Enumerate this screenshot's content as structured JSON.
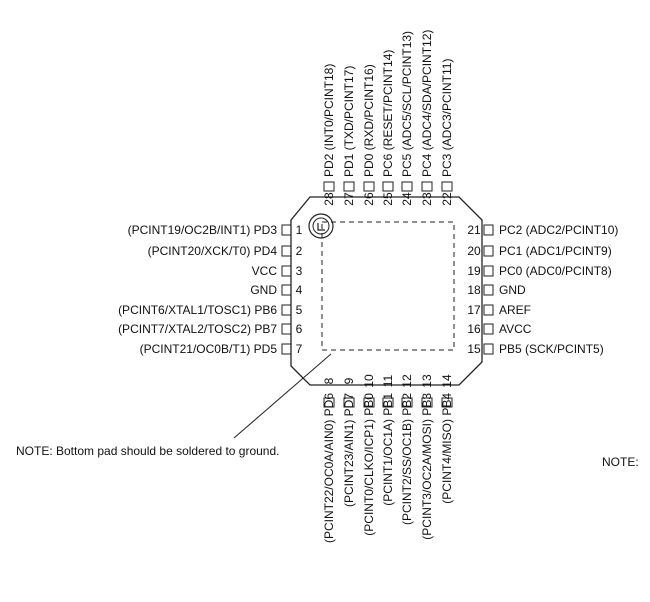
{
  "left_pins": [
    {
      "num": "1",
      "label": "(PCINT19/OC2B/INT1) PD3"
    },
    {
      "num": "2",
      "label": "(PCINT20/XCK/T0) PD4"
    },
    {
      "num": "3",
      "label": "VCC"
    },
    {
      "num": "4",
      "label": "GND"
    },
    {
      "num": "5",
      "label": "(PCINT6/XTAL1/TOSC1) PB6"
    },
    {
      "num": "6",
      "label": "(PCINT7/XTAL2/TOSC2) PB7"
    },
    {
      "num": "7",
      "label": "(PCINT21/OC0B/T1) PD5"
    }
  ],
  "right_pins": [
    {
      "num": "21",
      "label": "PC2 (ADC2/PCINT10)"
    },
    {
      "num": "20",
      "label": "PC1 (ADC1/PCINT9)"
    },
    {
      "num": "19",
      "label": "PC0 (ADC0/PCINT8)"
    },
    {
      "num": "18",
      "label": "GND"
    },
    {
      "num": "17",
      "label": "AREF"
    },
    {
      "num": "16",
      "label": "AVCC"
    },
    {
      "num": "15",
      "label": "PB5 (SCK/PCINT5)"
    }
  ],
  "top_pins": [
    {
      "num": "28",
      "label": "PD2 (INT0/PCINT18)"
    },
    {
      "num": "27",
      "label": "PD1 (TXD/PCINT17)"
    },
    {
      "num": "26",
      "label": "PD0 (RXD/PCINT16)"
    },
    {
      "num": "25",
      "label": "PC6 (RESET/PCINT14)"
    },
    {
      "num": "24",
      "label": "PC5 (ADC5/SCL/PCINT13)"
    },
    {
      "num": "23",
      "label": "PC4 (ADC4/SDA/PCINT12)"
    },
    {
      "num": "22",
      "label": "PC3 (ADC3/PCINT11)"
    }
  ],
  "bottom_pins": [
    {
      "num": "8",
      "label": "(PCINT22/OC0A/AIN0) PD6"
    },
    {
      "num": "9",
      "label": "(PCINT23/AIN1) PD7"
    },
    {
      "num": "10",
      "label": "(PCINT0/CLKO/ICP1) PB0"
    },
    {
      "num": "11",
      "label": "(PCINT1/OC1A) PB1"
    },
    {
      "num": "12",
      "label": "(PCINT2/SS/OC1B) PB2"
    },
    {
      "num": "13",
      "label": "(PCINT3/OC2A/MOSI) PB3"
    },
    {
      "num": "14",
      "label": "(PCINT4/MISO) PB4"
    }
  ],
  "note_bottom_pad": "NOTE:  Bottom pad should be soldered to ground.",
  "note_right": "NOTE:"
}
